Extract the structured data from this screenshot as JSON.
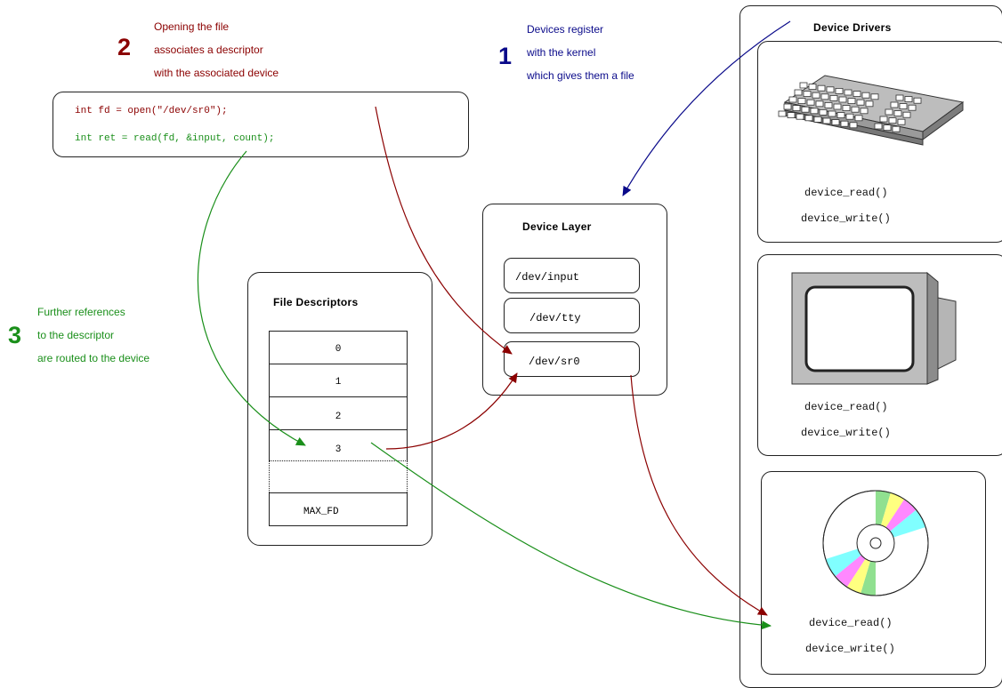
{
  "steps": {
    "one": {
      "number": "1",
      "lines": [
        "Devices register",
        "with the kernel",
        "which gives them a file"
      ]
    },
    "two": {
      "number": "2",
      "lines": [
        "Opening the file",
        "associates a descriptor",
        "with the associated device"
      ]
    },
    "three": {
      "number": "3",
      "lines": [
        "Further references",
        "to the descriptor",
        "are routed to the device"
      ]
    }
  },
  "code": {
    "open_line": "int fd = open(\"/dev/sr0\");",
    "read_line": "int ret = read(fd, &input, count);"
  },
  "file_descriptors": {
    "title": "File Descriptors",
    "slots": [
      "0",
      "1",
      "2",
      "3",
      "",
      "MAX_FD"
    ]
  },
  "device_layer": {
    "title": "Device Layer",
    "devices": [
      "/dev/input",
      "/dev/tty",
      "/dev/sr0"
    ]
  },
  "device_drivers": {
    "title": "Device Drivers",
    "drivers": [
      {
        "icon": "keyboard-icon",
        "read": "device_read()",
        "write": "device_write()"
      },
      {
        "icon": "monitor-icon",
        "read": "device_read()",
        "write": "device_write()"
      },
      {
        "icon": "cd-disc-icon",
        "read": "device_read()",
        "write": "device_write()"
      }
    ]
  },
  "colors": {
    "step1": "#0a0a8a",
    "step2": "#8b0000",
    "step3": "#1a8f1a"
  }
}
